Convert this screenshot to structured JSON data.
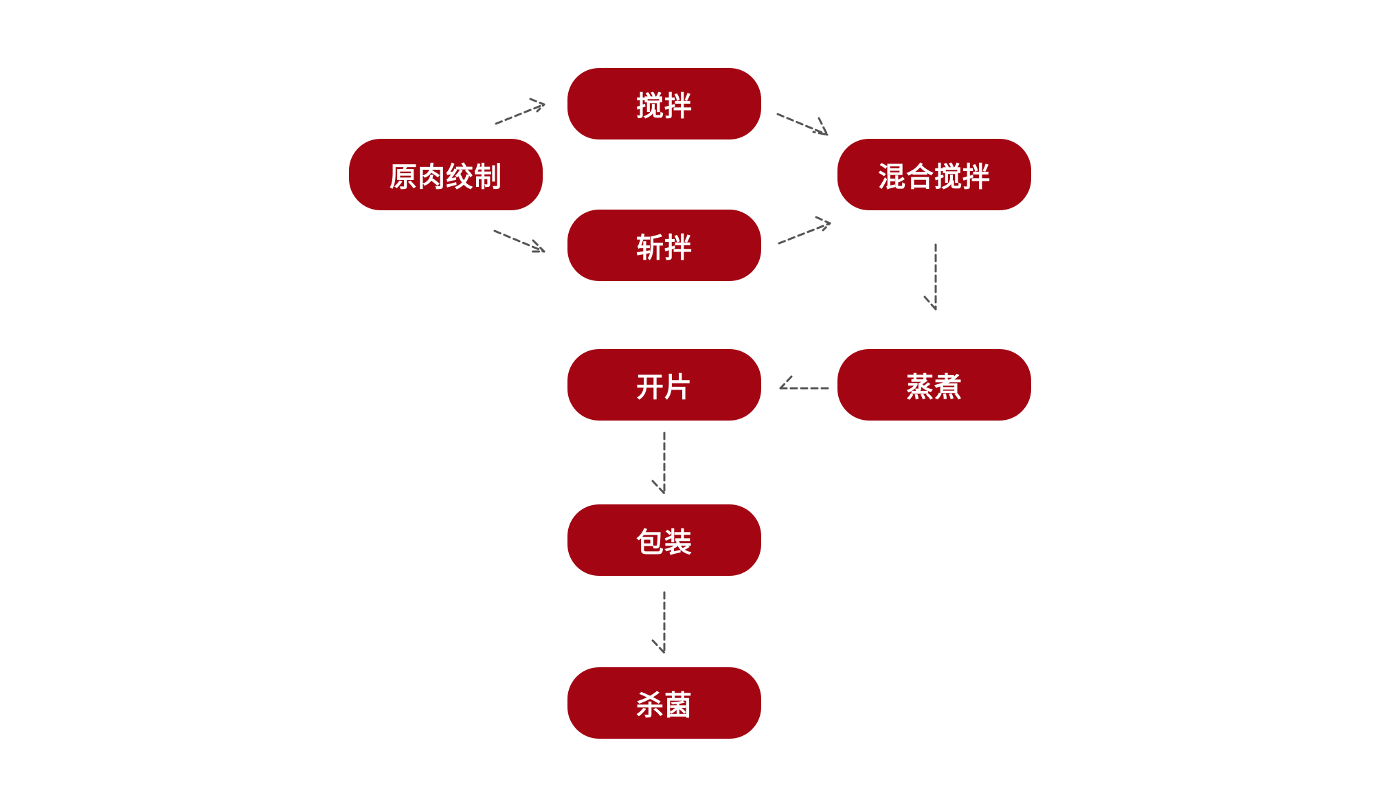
{
  "nodes": {
    "raw_meat_grinding": "原肉绞制",
    "stirring": "搅拌",
    "chopping": "斩拌",
    "mixed_stirring": "混合搅拌",
    "steaming": "蒸煮",
    "slicing": "开片",
    "packaging": "包装",
    "sterilization": "杀菌"
  },
  "edges": [
    {
      "from": "原肉绞制",
      "to": "搅拌"
    },
    {
      "from": "原肉绞制",
      "to": "斩拌"
    },
    {
      "from": "搅拌",
      "to": "混合搅拌"
    },
    {
      "from": "斩拌",
      "to": "混合搅拌"
    },
    {
      "from": "混合搅拌",
      "to": "蒸煮"
    },
    {
      "from": "蒸煮",
      "to": "开片"
    },
    {
      "from": "开片",
      "to": "包装"
    },
    {
      "from": "包装",
      "to": "杀菌"
    }
  ],
  "colors": {
    "node_fill": "#a30612",
    "node_text": "#ffffff",
    "arrow": "#555555",
    "background": "#ffffff"
  }
}
